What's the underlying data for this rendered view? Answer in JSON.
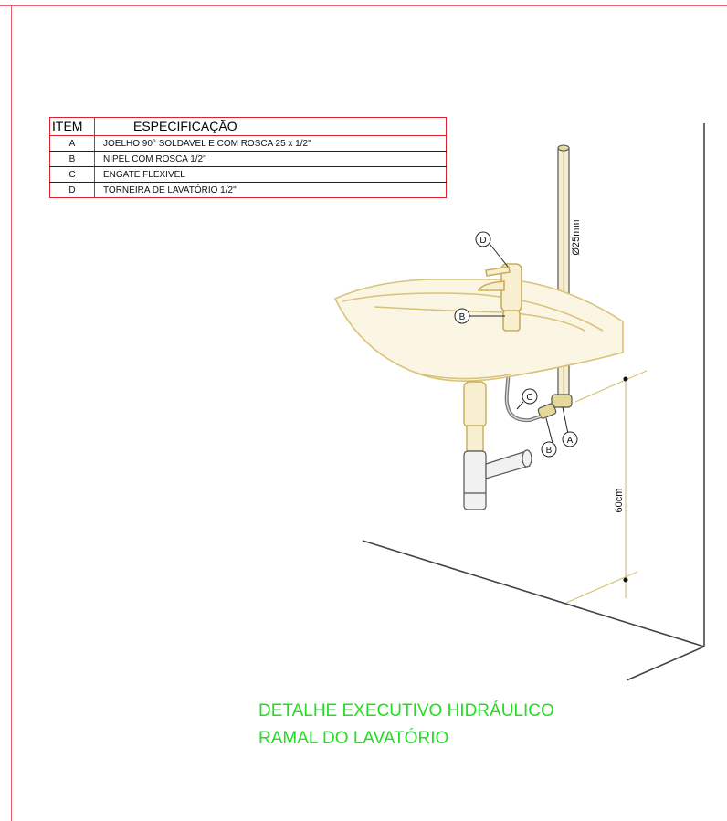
{
  "table": {
    "header": {
      "item": "ITEM",
      "spec": "ESPECIFICAÇÃO"
    },
    "rows": [
      {
        "item": "A",
        "spec": "JOELHO 90° SOLDAVEL E COM ROSCA 25 x 1/2\""
      },
      {
        "item": "B",
        "spec": "NIPEL COM ROSCA 1/2\""
      },
      {
        "item": "C",
        "spec": "ENGATE FLEXIVEL"
      },
      {
        "item": "D",
        "spec": "TORNEIRA DE LAVATÓRIO 1/2\""
      }
    ]
  },
  "labels": {
    "pipe_diameter": "Ø25mm",
    "height": "60cm",
    "callout_a": "A",
    "callout_b1": "B",
    "callout_b2": "B",
    "callout_c": "C",
    "callout_d": "D"
  },
  "title": {
    "line1": "DETALHE EXECUTIVO HIDRÁULICO",
    "line2": "RAMAL DO LAVATÓRIO"
  },
  "colors": {
    "frame": "#e8636b",
    "table_border": "#d8242b",
    "fixture": "#d9c27a",
    "title": "#22dd22",
    "lines": "#444444"
  }
}
